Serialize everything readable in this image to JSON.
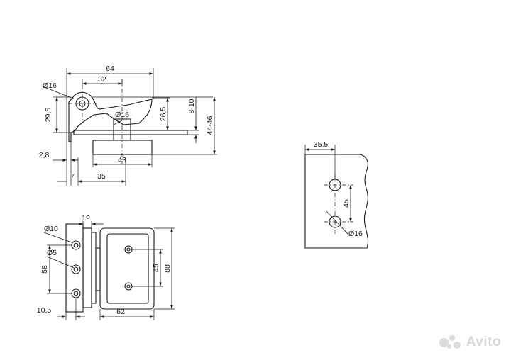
{
  "drawing": {
    "side_view": {
      "overall_width": "64",
      "pivot_offset": "32",
      "pin_diameter": "Ø16",
      "bolt_diameter": "Ø16",
      "pivot_height": "29,5",
      "plate_offset": "2,8",
      "clamp_depth": "26,5",
      "glass_gap": "8-10",
      "clamp_range": "44-46",
      "clamp_length": "43",
      "base_offset": "7",
      "base_width": "35"
    },
    "front_view": {
      "knuckle_width": "19",
      "screw_head_diameter": "Ø10",
      "screw_hole_diameter": "Ø5",
      "screw_spacing": "58",
      "bolt_spacing": "45",
      "overall_height": "88",
      "plate_offset": "10,5",
      "pad_width": "62"
    },
    "glass_detail": {
      "edge_distance": "35,5",
      "hole_spacing": "45",
      "hole_diameter": "Ø16"
    }
  },
  "watermark": {
    "text": "Avito"
  }
}
